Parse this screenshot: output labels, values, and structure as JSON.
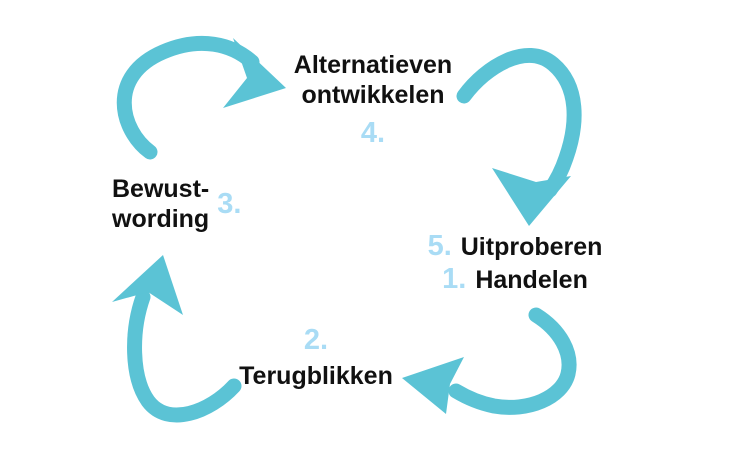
{
  "colors": {
    "arrow": "#5BC3D5",
    "number": "#A9DCF5",
    "text": "#111111",
    "background": "#FFFFFF"
  },
  "diagram": {
    "type": "cycle",
    "direction": "clockwise",
    "steps": [
      {
        "number": "1.",
        "label": "Handelen",
        "position": "right"
      },
      {
        "number": "2.",
        "label": "Terugblikken",
        "position": "bottom"
      },
      {
        "number": "3.",
        "label": "Bewust-wording",
        "lines": [
          "Bewust-",
          "wording"
        ],
        "position": "left"
      },
      {
        "number": "4.",
        "label": "Alternatieven ontwikkelen",
        "lines": [
          "Alternatieven",
          "ontwikkelen"
        ],
        "position": "top"
      },
      {
        "number": "5.",
        "label": "Uitproberen",
        "position": "right"
      }
    ],
    "arrows": [
      {
        "name": "curved-arrow-top-left",
        "points": "right"
      },
      {
        "name": "curved-arrow-top-right",
        "points": "down"
      },
      {
        "name": "curved-arrow-bottom-right",
        "points": "left"
      },
      {
        "name": "curved-arrow-bottom-left",
        "points": "up"
      }
    ]
  }
}
